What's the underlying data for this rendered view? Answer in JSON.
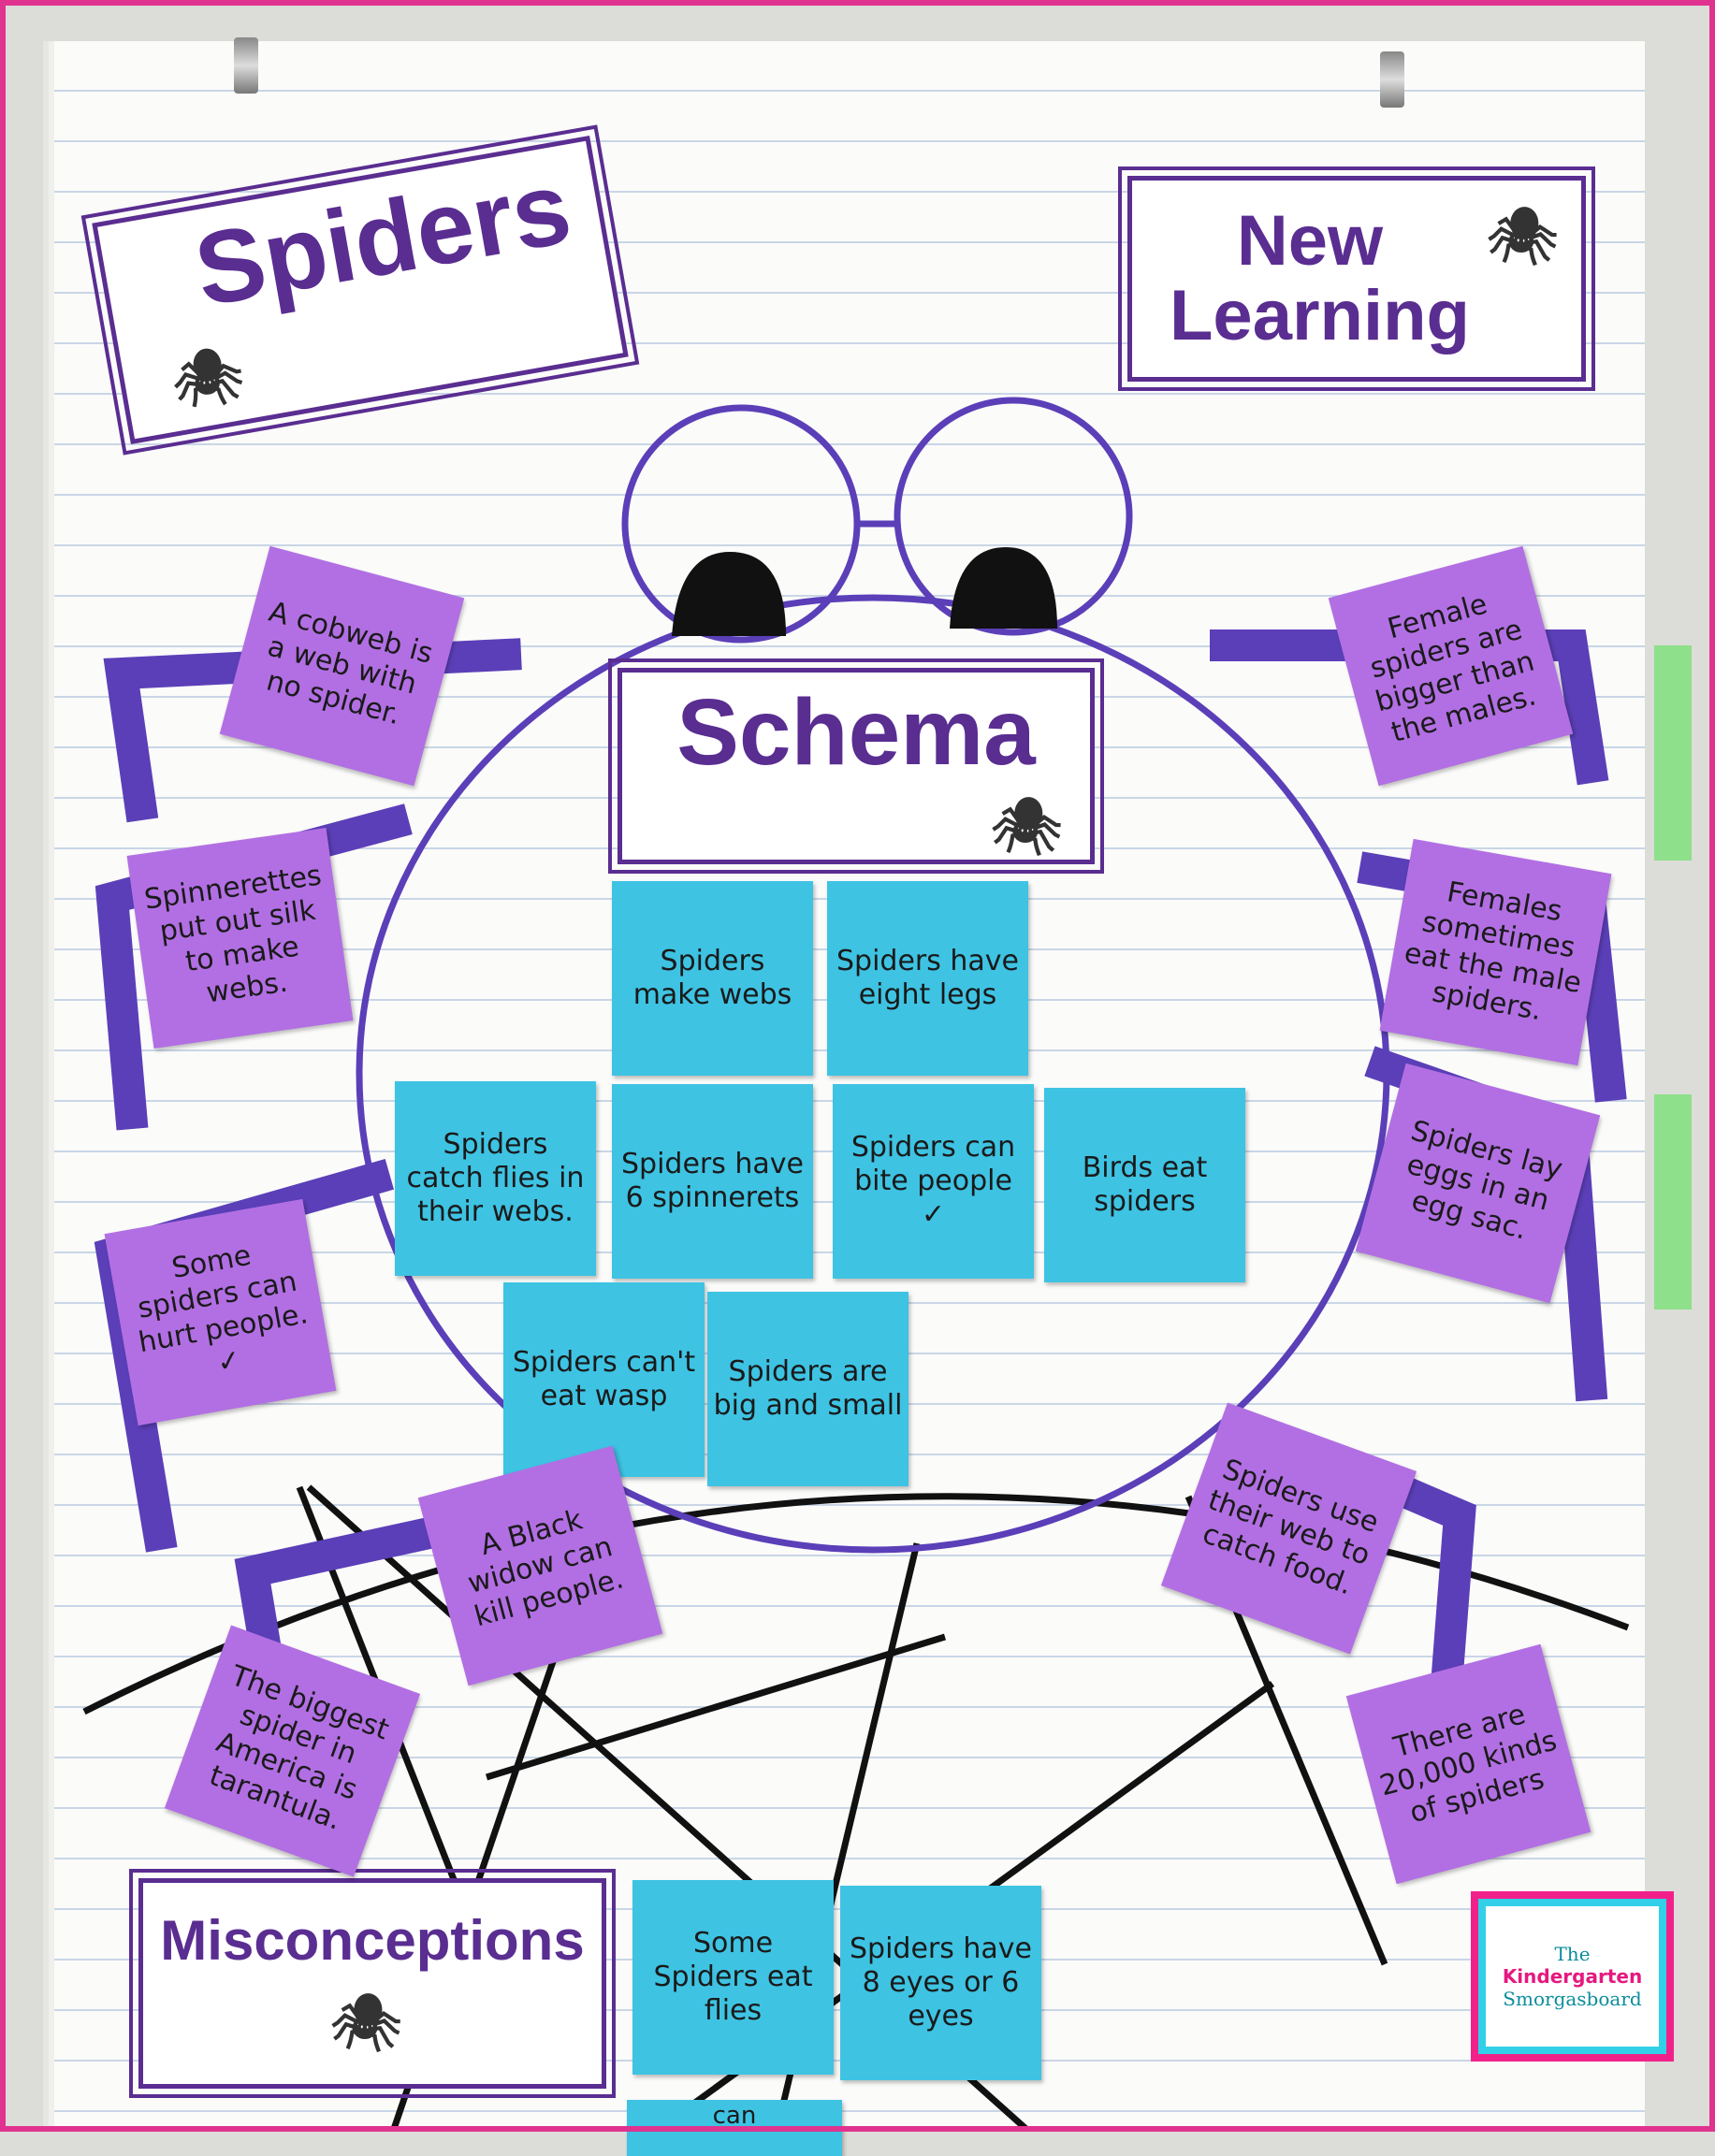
{
  "labels": {
    "title": "Spiders",
    "new_learning": "New Learning",
    "schema": "Schema",
    "misconceptions": "Misconceptions"
  },
  "schema_notes": [
    "Spiders make webs",
    "Spiders have eight legs",
    "Spiders catch flies in their webs.",
    "Spiders have 6 spinnerets",
    "Spiders can bite people ✓",
    "Birds eat spiders",
    "Spiders can't eat wasp",
    "Spiders are big and small"
  ],
  "misconception_notes": [
    "Some Spiders eat flies",
    "Spiders have 8 eyes or 6 eyes",
    "can"
  ],
  "new_learning_notes": [
    "A cobweb is a web with no spider.",
    "Spinnerettes put out silk to make webs.",
    "Some spiders can hurt people. ✓",
    "Female spiders are bigger than the males.",
    "Females sometimes eat the male spiders.",
    "Spiders lay eggs in an egg sac.",
    "A Black widow can kill people.",
    "The biggest spider in America is tarantula.",
    "Spiders use their web to catch food.",
    "There are 20,000 kinds of spiders"
  ],
  "logo": {
    "line1": "The",
    "line2": "Kindergarten",
    "line3": "Smorgasboard"
  },
  "colors": {
    "label_purple": "#5a2d91",
    "marker_purple": "#5b3fb8",
    "blue_note": "#3ec3e3",
    "purple_note": "#b26fe3",
    "frame_pink": "#e0338f"
  }
}
